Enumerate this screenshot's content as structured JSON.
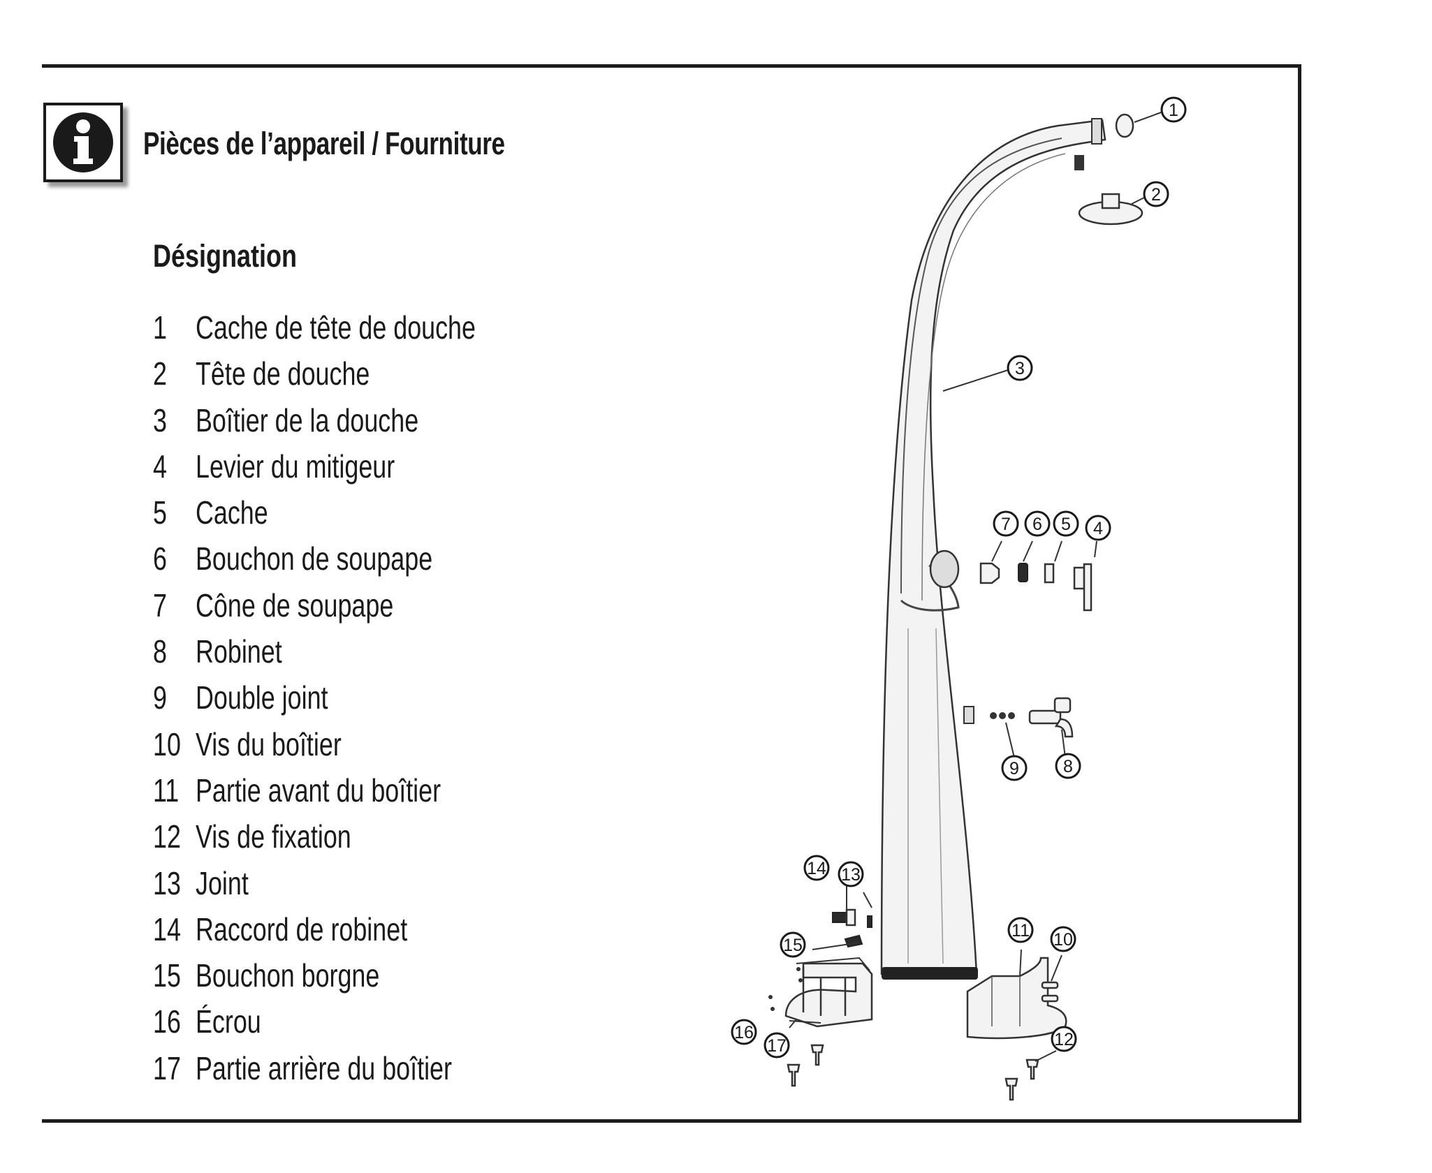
{
  "header": {
    "title": "Pièces de l’appareil / Fourniture",
    "subtitle": "Désignation",
    "icon": "info-icon"
  },
  "parts": [
    {
      "num": "1",
      "label": "Cache de tête de douche"
    },
    {
      "num": "2",
      "label": "Tête de douche"
    },
    {
      "num": "3",
      "label": "Boîtier de la douche"
    },
    {
      "num": "4",
      "label": "Levier du mitigeur"
    },
    {
      "num": "5",
      "label": "Cache"
    },
    {
      "num": "6",
      "label": "Bouchon de soupape"
    },
    {
      "num": "7",
      "label": "Cône de soupape"
    },
    {
      "num": "8",
      "label": "Robinet"
    },
    {
      "num": "9",
      "label": "Double joint"
    },
    {
      "num": "10",
      "label": "Vis du boîtier"
    },
    {
      "num": "11",
      "label": "Partie avant du boîtier"
    },
    {
      "num": "12",
      "label": "Vis de fixation"
    },
    {
      "num": "13",
      "label": "Joint"
    },
    {
      "num": "14",
      "label": "Raccord de robinet"
    },
    {
      "num": "15",
      "label": "Bouchon borgne"
    },
    {
      "num": "16",
      "label": "Écrou"
    },
    {
      "num": "17",
      "label": "Partie arrière du boîtier"
    }
  ],
  "callouts": [
    "1",
    "2",
    "3",
    "4",
    "5",
    "6",
    "7",
    "8",
    "9",
    "10",
    "11",
    "12",
    "13",
    "14",
    "15",
    "16",
    "17"
  ]
}
